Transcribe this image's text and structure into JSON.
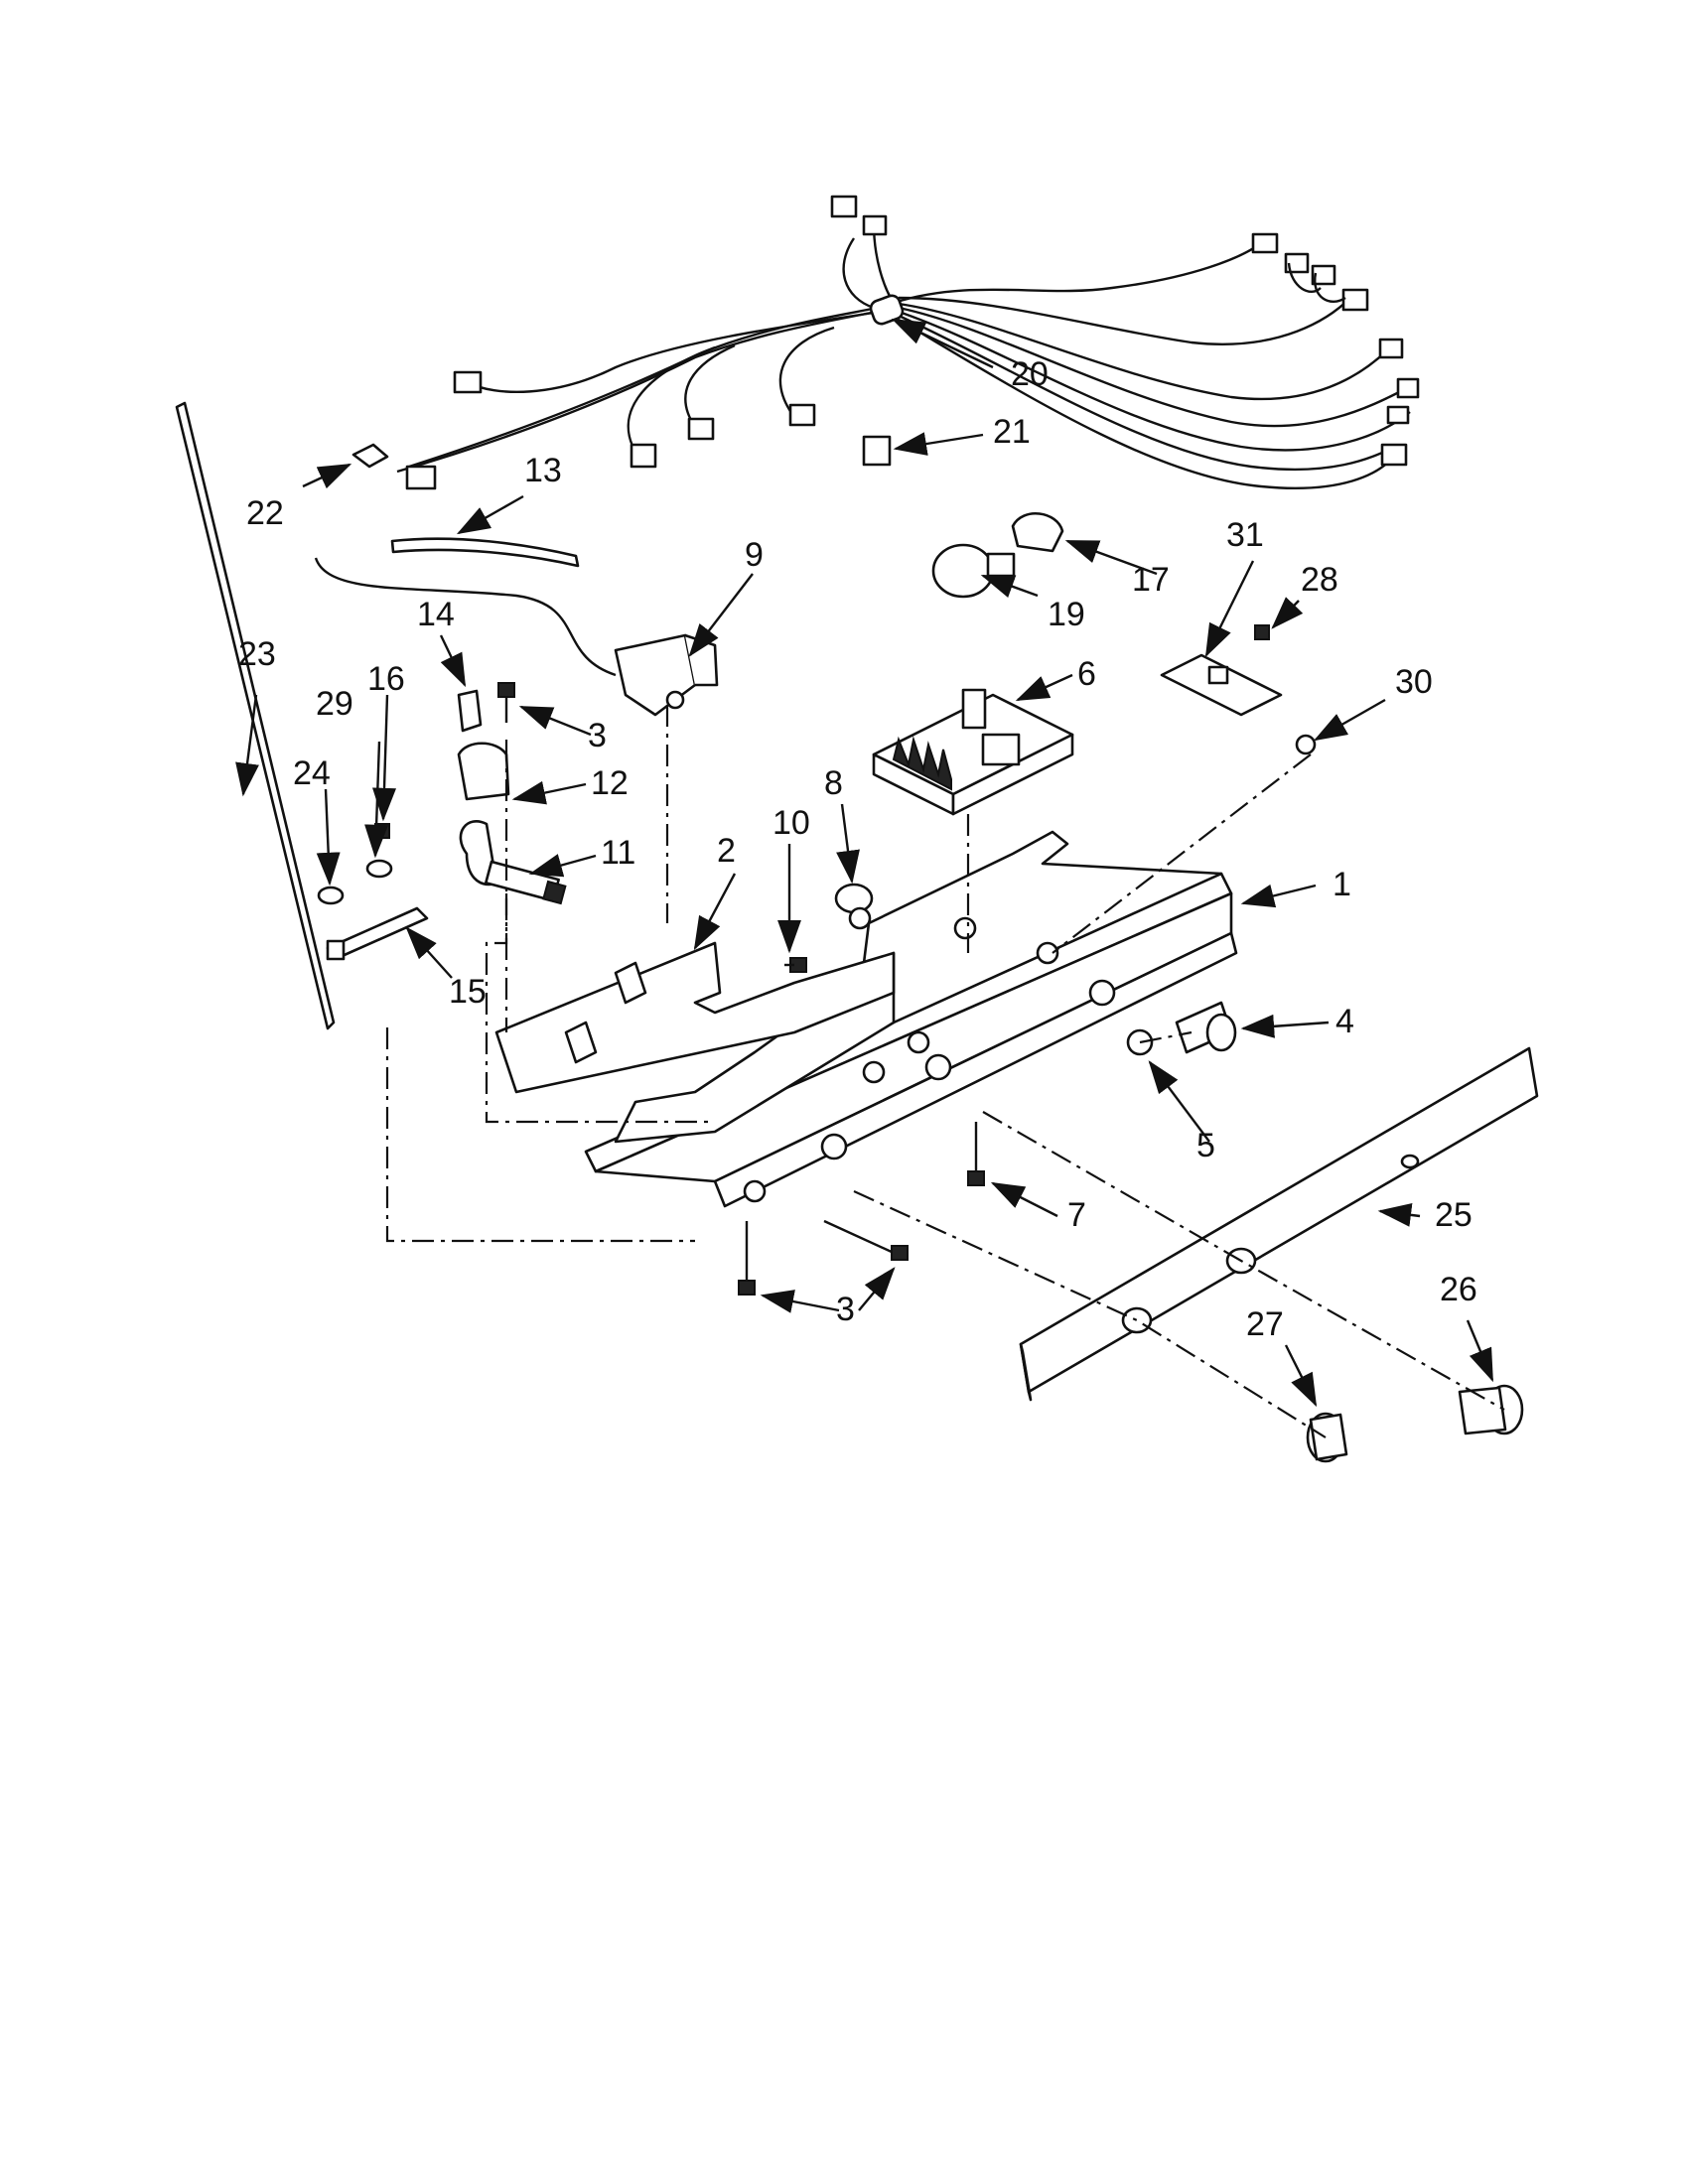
{
  "labels": {
    "l1": "1",
    "l2": "2",
    "l3a": "3",
    "l3b": "3",
    "l4": "4",
    "l5": "5",
    "l6": "6",
    "l7": "7",
    "l8": "8",
    "l9": "9",
    "l10": "10",
    "l11": "11",
    "l12": "12",
    "l13": "13",
    "l14": "14",
    "l15": "15",
    "l16": "16",
    "l17": "17",
    "l19": "19",
    "l20": "20",
    "l21": "21",
    "l22": "22",
    "l23": "23",
    "l24": "24",
    "l25": "25",
    "l26": "26",
    "l27": "27",
    "l28": "28",
    "l29": "29",
    "l30": "30",
    "l31": "31"
  }
}
